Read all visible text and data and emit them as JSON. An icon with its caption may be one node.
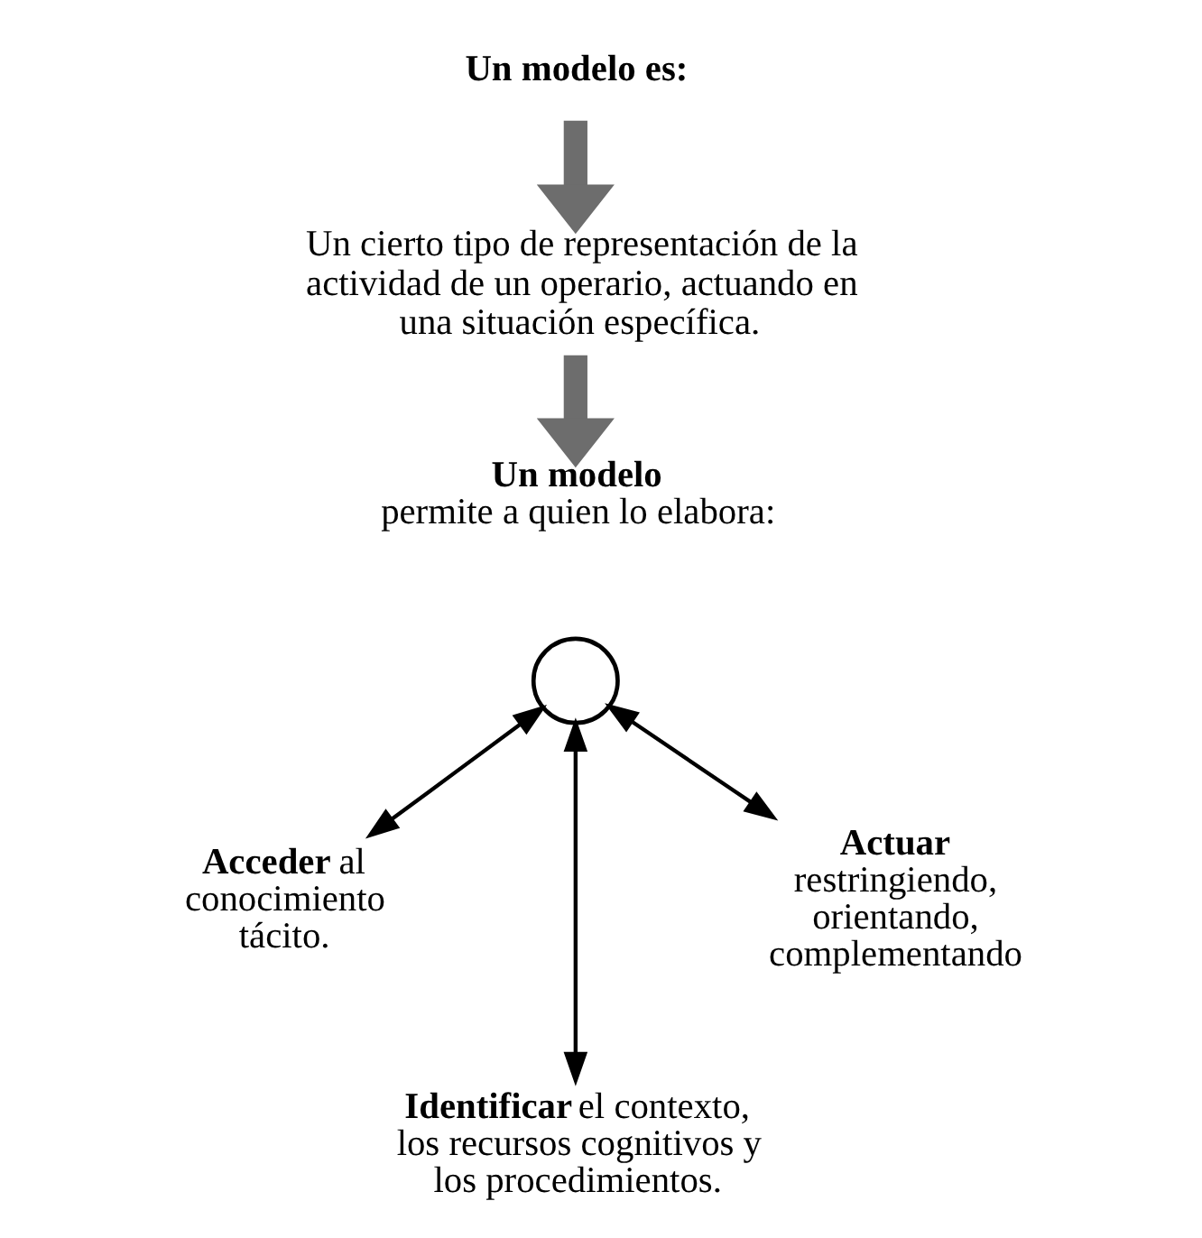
{
  "diagram": {
    "nodes": [
      {
        "text": [
          "Un modelo es:"
        ]
      },
      {
        "text": [
          "Un cierto tipo de representación de la actividad de un operario, actuando en una situación específica."
        ]
      },
      {
        "text": [
          "Un modelo",
          "permite a quien lo elabora:"
        ]
      },
      {
        "text": [],
        "shape": "circle"
      },
      {
        "text": [
          "**Acceder** al conocimiento tácito."
        ]
      },
      {
        "text": [
          "Actuar",
          "restringiendo, orientando, complementando"
        ]
      },
      {
        "text": [
          "**Identificar** el contexto, los recursos cognitivos y los procedimientos."
        ]
      }
    ],
    "edges": [
      {
        "from": 0,
        "to": 1,
        "arrow": "to",
        "style": "thick",
        "color": "#6d6d6d"
      },
      {
        "from": 1,
        "to": 2,
        "arrow": "to",
        "style": "thick",
        "color": "#6d6d6d"
      },
      {
        "from": 3,
        "to": 4,
        "arrow": "both"
      },
      {
        "from": 3,
        "to": 6,
        "arrow": "both"
      },
      {
        "from": 3,
        "to": 5,
        "arrow": "both"
      }
    ]
  }
}
